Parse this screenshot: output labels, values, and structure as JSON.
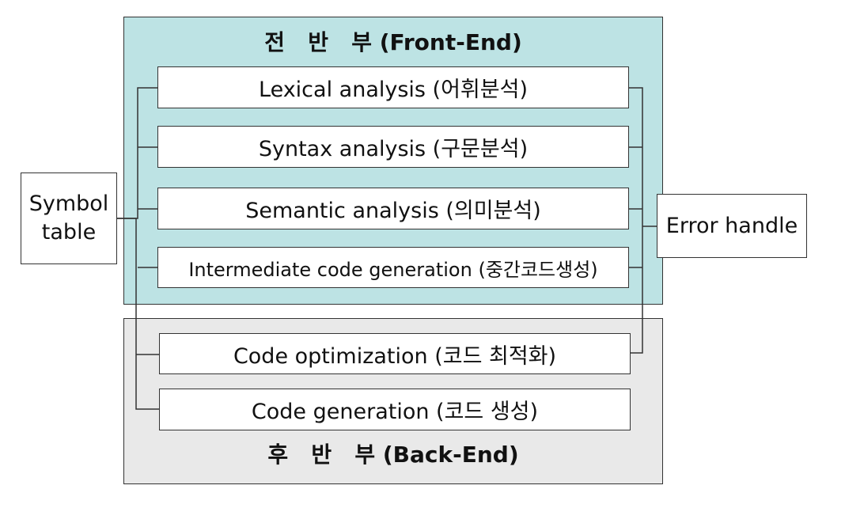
{
  "front_end": {
    "title": "전   반   부 (Front-End)",
    "color": "#bde3e4"
  },
  "back_end": {
    "title": "후   반   부 (Back-End)",
    "color": "#e9e9e9"
  },
  "stages": [
    {
      "label": "Lexical analysis (어휘분석)"
    },
    {
      "label": "Syntax analysis (구문분석)"
    },
    {
      "label": "Semantic analysis (의미분석)"
    },
    {
      "label": "Intermediate code generation (중간코드생성)"
    },
    {
      "label": "Code optimization (코드 최적화)"
    },
    {
      "label": "Code generation (코드 생성)"
    }
  ],
  "symbol_table": {
    "label": "Symbol\ntable"
  },
  "error_handler": {
    "label": "Error handle"
  },
  "line_color": "#333333"
}
